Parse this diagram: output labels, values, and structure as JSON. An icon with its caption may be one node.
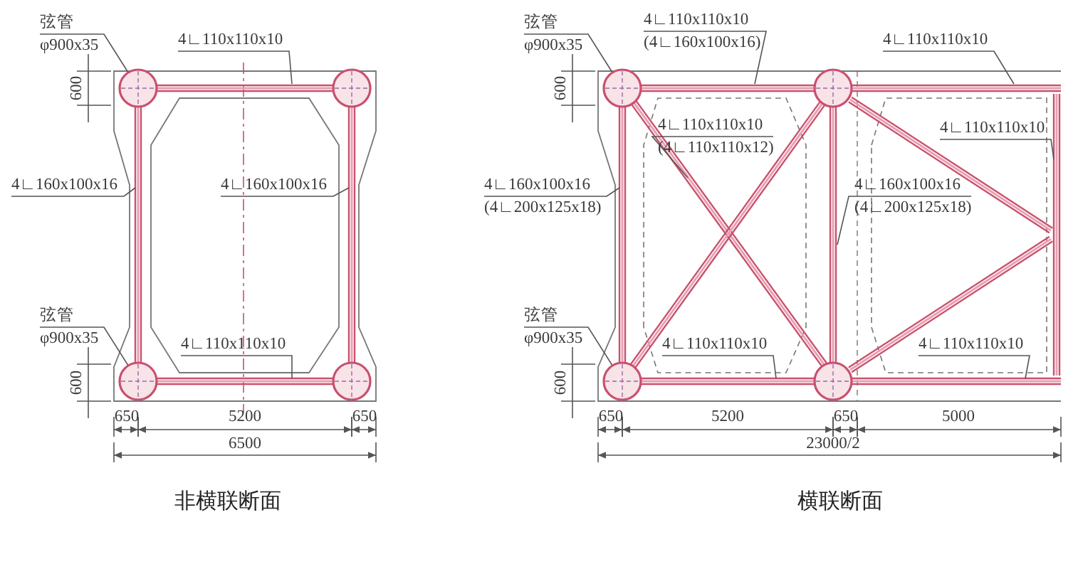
{
  "diagram": {
    "nodes": [
      {
        "text": [
          "弦管",
          "φ900x35"
        ]
      },
      {
        "text": [
          "4∟110x110x10"
        ]
      },
      {
        "text": [
          "4∟160x100x16"
        ]
      },
      {
        "text": [
          "4∟160x100x16"
        ]
      },
      {
        "text": [
          "弦管",
          "φ900x35"
        ]
      },
      {
        "text": [
          "4∟110x110x10"
        ]
      },
      {
        "text": [
          "弦管",
          "φ900x35"
        ]
      },
      {
        "text": [
          "4∟110x110x10",
          "(4∟160x100x16)"
        ]
      },
      {
        "text": [
          "4∟110x110x10"
        ]
      },
      {
        "text": [
          "4∟110x110x10",
          "(4∟110x110x12)"
        ]
      },
      {
        "text": [
          "4∟110x110x10"
        ]
      },
      {
        "text": [
          "4∟160x100x16",
          "(4∟200x125x18)"
        ]
      },
      {
        "text": [
          "4∟160x100x16",
          "(4∟200x125x18)"
        ]
      },
      {
        "text": [
          "弦管",
          "φ900x35"
        ]
      },
      {
        "text": [
          "4∟110x110x10"
        ]
      },
      {
        "text": [
          "4∟110x110x10"
        ]
      },
      {
        "text": [],
        "shape": "circle"
      },
      {
        "text": [],
        "shape": "circle"
      },
      {
        "text": [],
        "shape": "circle"
      },
      {
        "text": [],
        "shape": "circle"
      },
      {
        "text": [],
        "shape": "circle"
      },
      {
        "text": [],
        "shape": "circle"
      },
      {
        "text": [],
        "shape": "circle"
      },
      {
        "text": [],
        "shape": "circle"
      }
    ],
    "edges": [
      {
        "from": 0,
        "to": 16,
        "arrow": "none"
      },
      {
        "from": 1,
        "to": null,
        "arrow": "none"
      },
      {
        "from": 2,
        "to": null,
        "arrow": "none"
      },
      {
        "from": 3,
        "to": null,
        "arrow": "none"
      },
      {
        "from": 4,
        "to": 18,
        "arrow": "none"
      },
      {
        "from": 5,
        "to": null,
        "arrow": "none"
      },
      {
        "from": 6,
        "to": 20,
        "arrow": "none"
      },
      {
        "from": 7,
        "to": null,
        "arrow": "none"
      },
      {
        "from": 8,
        "to": null,
        "arrow": "none"
      },
      {
        "from": 9,
        "to": null,
        "arrow": "none"
      },
      {
        "from": 10,
        "to": null,
        "arrow": "none"
      },
      {
        "from": 11,
        "to": null,
        "arrow": "none"
      },
      {
        "from": 12,
        "to": null,
        "arrow": "none"
      },
      {
        "from": 13,
        "to": 22,
        "arrow": "none"
      },
      {
        "from": 14,
        "to": null,
        "arrow": "none"
      },
      {
        "from": 15,
        "to": null,
        "arrow": "none"
      }
    ],
    "labels": [
      "600",
      "600",
      "600",
      "600",
      "650",
      "5200",
      "650",
      "650",
      "5200",
      "650",
      "5000",
      "6500",
      "23000/2",
      "非横联断面",
      "横联断面"
    ]
  }
}
